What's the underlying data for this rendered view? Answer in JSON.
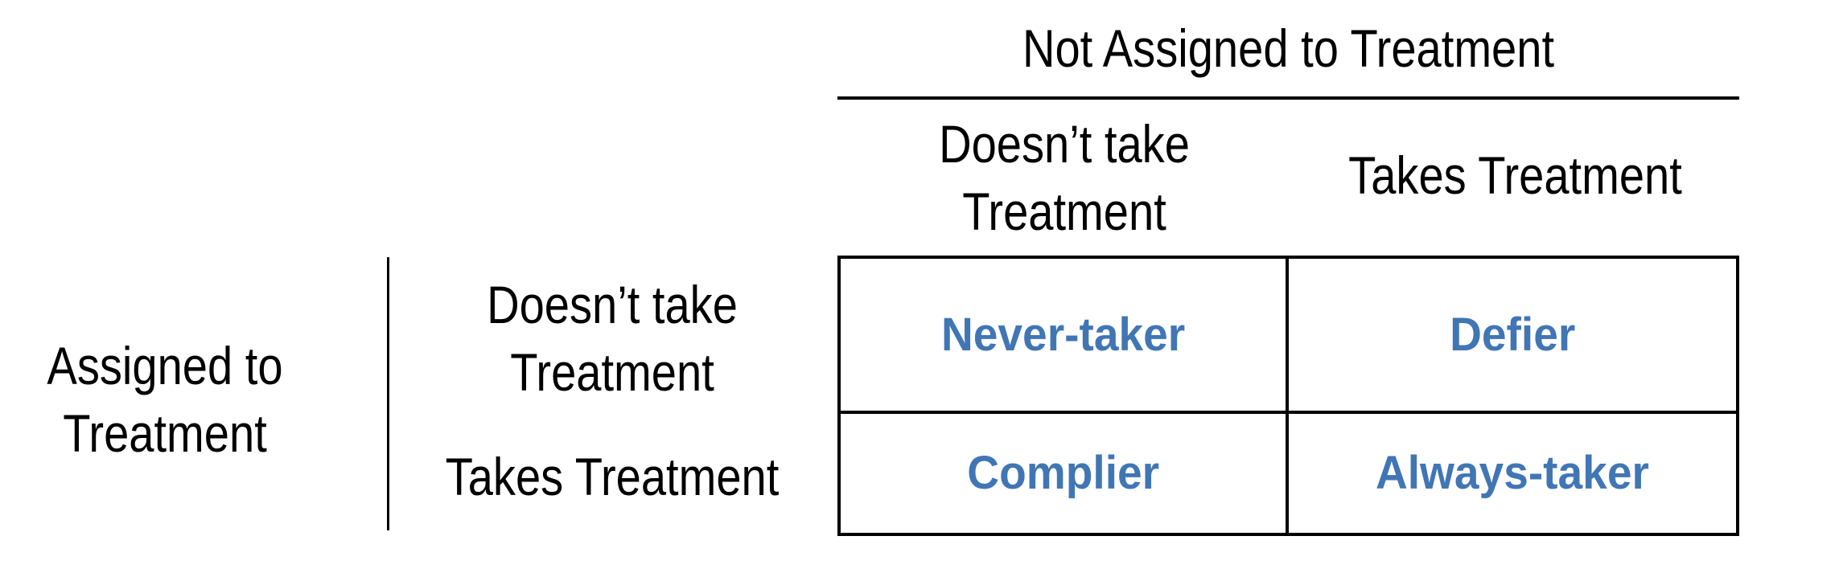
{
  "colors": {
    "accent": "#4176B5",
    "line": "#000000",
    "text": "#000000",
    "background": "#FFFFFF"
  },
  "matrix": {
    "column_axis_title": "Not Assigned to Treatment",
    "column_headers": [
      "Doesn’t take Treatment",
      "Takes Treatment"
    ],
    "row_axis_title": "Assigned to Treatment",
    "row_headers": [
      "Doesn’t take Treatment",
      "Takes Treatment"
    ],
    "cells": [
      [
        "Never-taker",
        "Defier"
      ],
      [
        "Complier",
        "Always-taker"
      ]
    ]
  }
}
